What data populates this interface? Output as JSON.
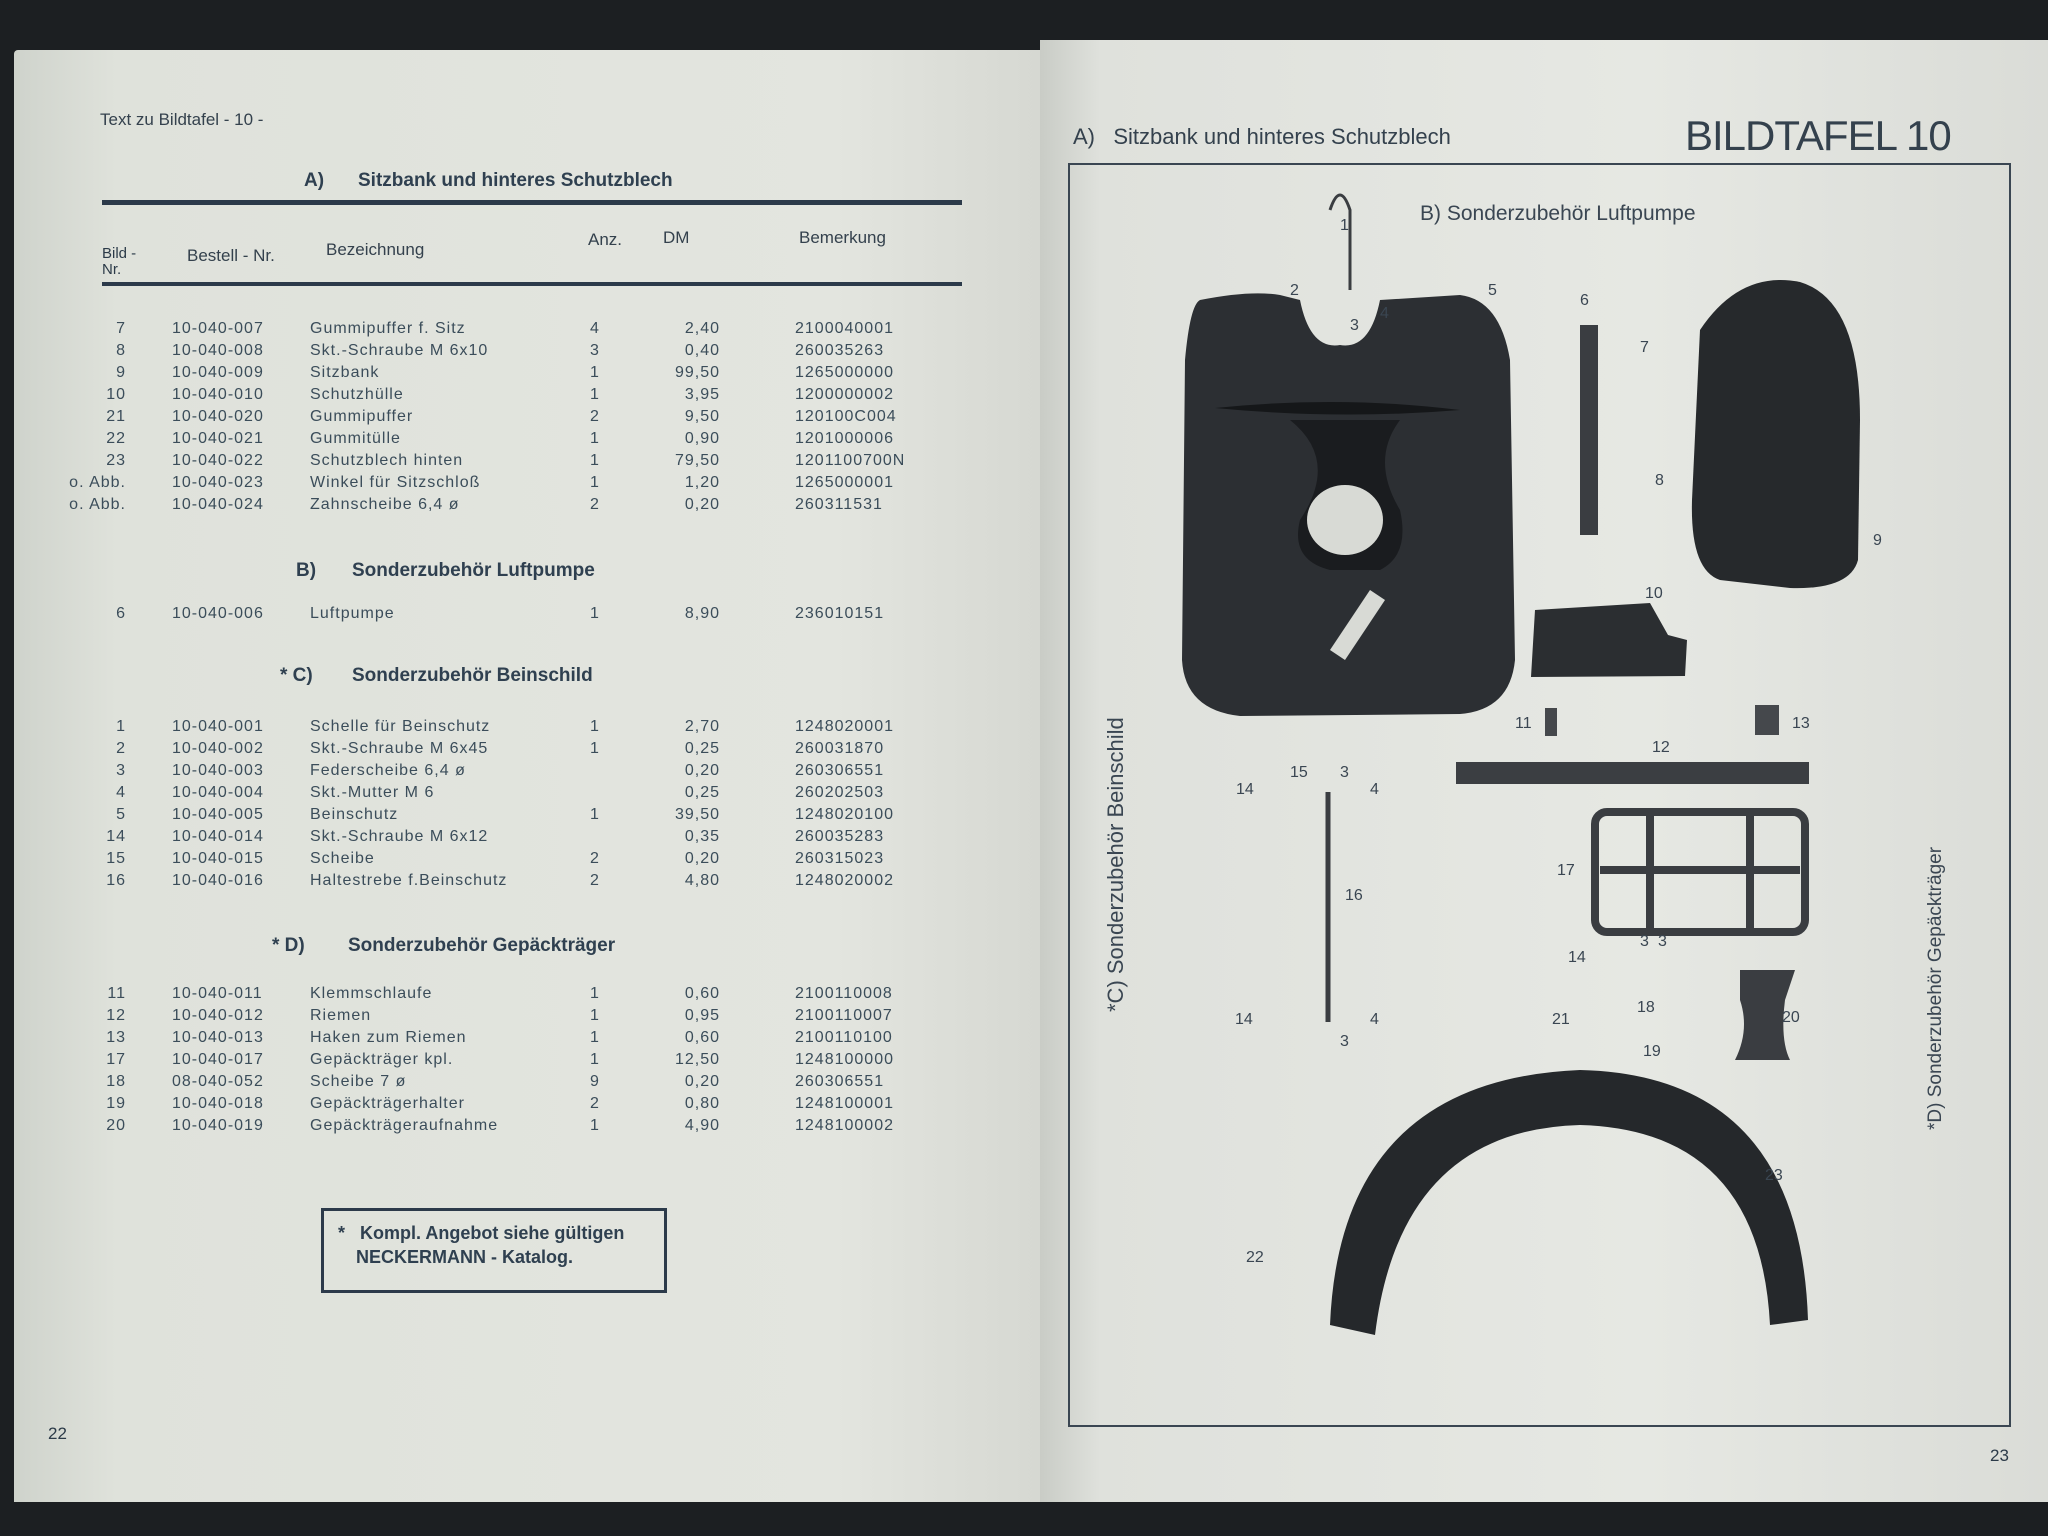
{
  "left": {
    "page_header": "Text zu Bildtafel - 10 -",
    "columns": {
      "bild": "Bild -\nNr.",
      "bestell": "Bestell - Nr.",
      "bezeichnung": "Bezeichnung",
      "anz": "Anz.",
      "dm": "DM",
      "bemerkung": "Bemerkung"
    },
    "sections": [
      {
        "label": "A)",
        "title": "Sitzbank und hinteres Schutzblech",
        "rows": [
          [
            "7",
            "10-040-007",
            "Gummipuffer f. Sitz",
            "4",
            "2,40",
            "2100040001"
          ],
          [
            "8",
            "10-040-008",
            "Skt.-Schraube M 6x10",
            "3",
            "0,40",
            "260035263"
          ],
          [
            "9",
            "10-040-009",
            "Sitzbank",
            "1",
            "99,50",
            "1265000000"
          ],
          [
            "10",
            "10-040-010",
            "Schutzhülle",
            "1",
            "3,95",
            "1200000002"
          ],
          [
            "21",
            "10-040-020",
            "Gummipuffer",
            "2",
            "9,50",
            "120100C004"
          ],
          [
            "22",
            "10-040-021",
            "Gummitülle",
            "1",
            "0,90",
            "1201000006"
          ],
          [
            "23",
            "10-040-022",
            "Schutzblech hinten",
            "1",
            "79,50",
            "1201100700N"
          ],
          [
            "o. Abb.",
            "10-040-023",
            "Winkel für Sitzschloß",
            "1",
            "1,20",
            "1265000001"
          ],
          [
            "o. Abb.",
            "10-040-024",
            "Zahnscheibe 6,4 ø",
            "2",
            "0,20",
            "260311531"
          ]
        ]
      },
      {
        "label": "B)",
        "title": "Sonderzubehör Luftpumpe",
        "rows": [
          [
            "6",
            "10-040-006",
            "Luftpumpe",
            "1",
            "8,90",
            "236010151"
          ]
        ]
      },
      {
        "label": "* C)",
        "title": "Sonderzubehör Beinschild",
        "rows": [
          [
            "1",
            "10-040-001",
            "Schelle für Beinschutz",
            "1",
            "2,70",
            "1248020001"
          ],
          [
            "2",
            "10-040-002",
            "Skt.-Schraube M 6x45",
            "1",
            "0,25",
            "260031870"
          ],
          [
            "3",
            "10-040-003",
            "Federscheibe 6,4 ø",
            "",
            "0,20",
            "260306551"
          ],
          [
            "4",
            "10-040-004",
            "Skt.-Mutter M 6",
            "",
            "0,25",
            "260202503"
          ],
          [
            "5",
            "10-040-005",
            "Beinschutz",
            "1",
            "39,50",
            "1248020100"
          ],
          [
            "14",
            "10-040-014",
            "Skt.-Schraube M 6x12",
            "",
            "0,35",
            "260035283"
          ],
          [
            "15",
            "10-040-015",
            "Scheibe",
            "2",
            "0,20",
            "260315023"
          ],
          [
            "16",
            "10-040-016",
            "Haltestrebe f.Beinschutz",
            "2",
            "4,80",
            "1248020002"
          ]
        ]
      },
      {
        "label": "* D)",
        "title": "Sonderzubehör Gepäckträger",
        "rows": [
          [
            "11",
            "10-040-011",
            "Klemmschlaufe",
            "1",
            "0,60",
            "2100110008"
          ],
          [
            "12",
            "10-040-012",
            "Riemen",
            "1",
            "0,95",
            "2100110007"
          ],
          [
            "13",
            "10-040-013",
            "Haken zum Riemen",
            "1",
            "0,60",
            "2100110100"
          ],
          [
            "17",
            "10-040-017",
            "Gepäckträger kpl.",
            "1",
            "12,50",
            "1248100000"
          ],
          [
            "18",
            "08-040-052",
            "Scheibe 7 ø",
            "9",
            "0,20",
            "260306551"
          ],
          [
            "19",
            "10-040-018",
            "Gepäckträgerhalter",
            "2",
            "0,80",
            "1248100001"
          ],
          [
            "20",
            "10-040-019",
            "Gepäckträgeraufnahme",
            "1",
            "4,90",
            "1248100002"
          ]
        ]
      }
    ],
    "note": {
      "star": "*",
      "line1": "Kompl. Angebot siehe gültigen",
      "line2": "NECKERMANN - Katalog."
    },
    "page_number": "22"
  },
  "right": {
    "section_a": "A)   Sitzbank und hinteres Schutzblech",
    "plate_title": "BILDTAFEL 10",
    "section_b": "B) Sonderzubehör Luftpumpe",
    "section_c": "*C) Sonderzubehör Beinschild",
    "section_d": "*D) Sonderzubehör Gepäckträger",
    "callouts": [
      "1",
      "2",
      "3",
      "4",
      "5",
      "6",
      "7",
      "8",
      "9",
      "10",
      "11",
      "12",
      "13",
      "14",
      "15",
      "3",
      "4",
      "16",
      "17",
      "14",
      "3",
      "3",
      "14",
      "4",
      "3",
      "21",
      "18",
      "19",
      "20",
      "23",
      "22"
    ],
    "page_number": "23"
  }
}
